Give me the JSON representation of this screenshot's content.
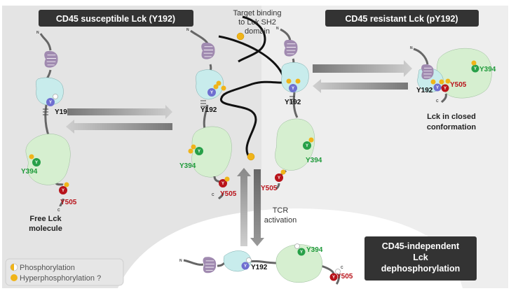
{
  "headers": {
    "susceptible": "CD45 susceptible Lck (Y192)",
    "resistant": "CD45 resistant Lck (pY192)",
    "independent": [
      "CD45-independent",
      "Lck",
      "dephosphorylation"
    ]
  },
  "captions": {
    "free": [
      "Free Lck",
      "molecule"
    ],
    "closed": [
      "Lck in closed",
      "conformation"
    ],
    "target": [
      "Target binding",
      "to Lck SH2",
      "domain"
    ],
    "tcr": [
      "TCR",
      "activation"
    ]
  },
  "residues": {
    "y192": "Y192",
    "y394": "Y394",
    "y505": "Y505",
    "y": "Y"
  },
  "termini": {
    "n": "N",
    "c": "C"
  },
  "legend": {
    "phosphorylation": "Phosphorylation",
    "hyperphosphorylation": "Hyperphosphorylation ?"
  },
  "colors": {
    "sh3": "#a08ab0",
    "sh2": "#c8ecec",
    "kinase": "#d6efd0",
    "y192": "#6f6fd0",
    "y394": "#27a048",
    "y505": "#b8131a",
    "phospho": "#f0b419",
    "header_box": "#333333"
  }
}
